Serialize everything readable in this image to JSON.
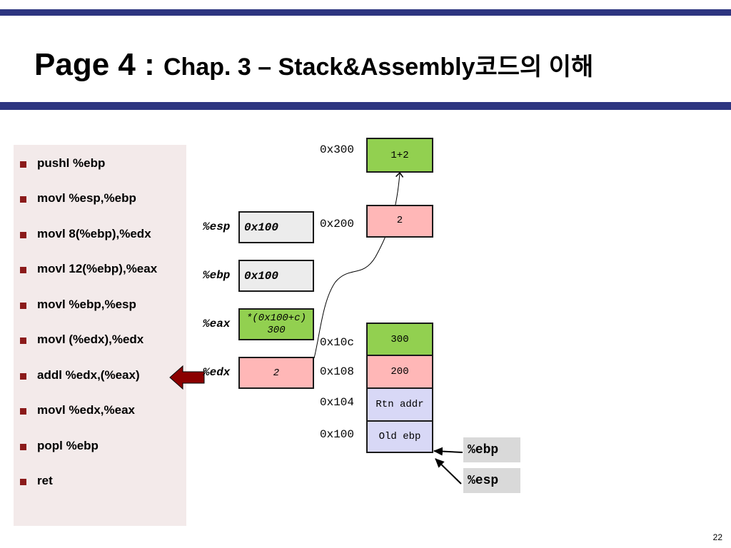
{
  "title": {
    "main": "Page 4 : ",
    "sub": "Chap. 3 – Stack&Assembly코드의 이해"
  },
  "code": [
    "pushl %ebp",
    "movl %esp,%ebp",
    "movl 8(%ebp),%edx",
    "movl 12(%ebp),%eax",
    "movl %ebp,%esp",
    "movl (%edx),%edx",
    "addl %edx,(%eax)",
    "movl %edx,%eax",
    "popl %ebp",
    "ret"
  ],
  "current_instruction": "addl %edx,(%eax)",
  "registers": {
    "esp": {
      "label": "%esp",
      "value": "0x100"
    },
    "ebp": {
      "label": "%ebp",
      "value": "0x100"
    },
    "eax": {
      "label": "%eax",
      "value_line1": "*(0x100+c)",
      "value_line2": "300"
    },
    "edx": {
      "label": "%edx",
      "value": "2"
    }
  },
  "memory_top": [
    {
      "addr": "0x300",
      "value": "1+2"
    },
    {
      "addr": "0x200",
      "value": "2"
    }
  ],
  "stack": [
    {
      "addr": "0x10c",
      "value": "300"
    },
    {
      "addr": "0x108",
      "value": "200"
    },
    {
      "addr": "0x104",
      "value": "Rtn addr"
    },
    {
      "addr": "0x100",
      "value": "Old ebp"
    }
  ],
  "pointers": {
    "ebp": "%ebp",
    "esp": "%esp"
  },
  "colors": {
    "header_bar": "#2d3580",
    "bullet": "#8b1a1a",
    "arrow": "#8b0000",
    "green": "#92d050",
    "pink": "#ffb7b7",
    "lavender": "#d8d8f6"
  },
  "page_number": "22"
}
